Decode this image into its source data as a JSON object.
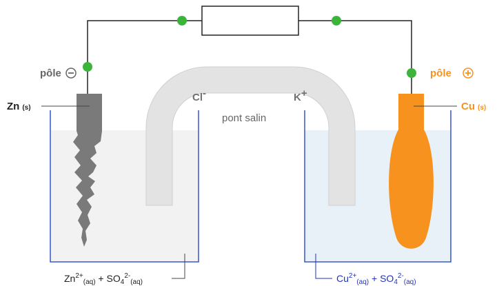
{
  "pole_negative": {
    "label": "pôle",
    "symbol": "−"
  },
  "pole_positive": {
    "label": "pôle",
    "symbol": "+"
  },
  "electrode_left": {
    "label": "Zn",
    "state": "(s)"
  },
  "electrode_right": {
    "label": "Cu",
    "state": "(s)"
  },
  "salt_bridge": {
    "label": "pont salin",
    "anion": "Cl",
    "anion_charge": "-",
    "cation": "K",
    "cation_charge": "+"
  },
  "solution_left": {
    "ion1": "Zn",
    "ion1_charge": "2+",
    "ion1_state": "(aq)",
    "plus": " + ",
    "ion2": "SO",
    "ion2_sub": "4",
    "ion2_charge": "2-",
    "ion2_state": "(aq)"
  },
  "solution_right": {
    "ion1": "Cu",
    "ion1_charge": "2+",
    "ion1_state": "(aq)",
    "plus": " + ",
    "ion2": "SO",
    "ion2_sub": "4",
    "ion2_charge": "2-",
    "ion2_state": "(aq)"
  },
  "colors": {
    "wire": "#222222",
    "node": "#3cb43c",
    "zinc": "#7a7a7a",
    "copper": "#f7921e",
    "beaker": "#3355cc",
    "solution_left": "#f2f2f2",
    "solution_right": "#e8f1f8",
    "bridge": "#e3e3e3",
    "pole_negative": "#666666",
    "pole_positive": "#f7921e",
    "text_right_solution": "#2233bb"
  }
}
